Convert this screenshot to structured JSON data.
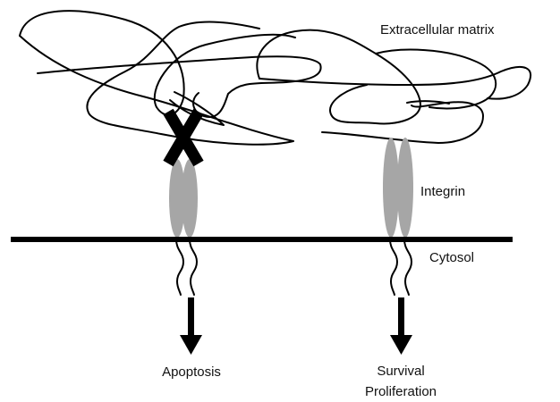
{
  "labels": {
    "extracellular_matrix": "Extracellular matrix",
    "integrin": "Integrin",
    "cytosol": "Cytosol",
    "apoptosis": "Apoptosis",
    "survival": "Survival",
    "proliferation": "Proliferation"
  },
  "colors": {
    "integrin_fill": "#a6a6a6",
    "line": "#000000",
    "text": "#111111"
  },
  "icons": {
    "blocked_marker": "x-mark-icon"
  }
}
